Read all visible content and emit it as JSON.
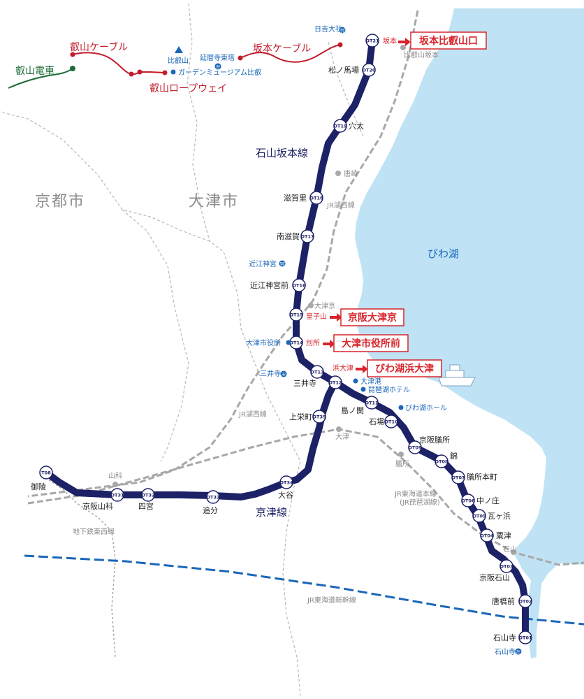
{
  "map": {
    "city_labels": [
      "京都市",
      "大津市"
    ],
    "lake_label": "びわ湖",
    "line_labels": {
      "ishiyama_sakamoto": "石山坂本線",
      "keishin": "京津線",
      "eizan_cable": "叡山ケーブル",
      "eizan_ropeway": "叡山ロープウェイ",
      "eizan_densha": "叡山電車",
      "sakamoto_cable": "坂本ケーブル",
      "jr_kosei": "JR湖西線",
      "jr_kosei_2": "JR湖西線",
      "jr_tokaido": "JR東海道本線",
      "jr_tokaido_sub": "(JR琵琶湖線)",
      "shinkansen": "JR東海道新幹線",
      "subway_tozai": "地下鉄東西線"
    },
    "pois": {
      "mt_hiei": "比叡山",
      "enryakuji": "延暦寺東塔",
      "garden_museum": "ガーデンミュージアム比叡",
      "hiyoshi": "日吉大社",
      "omi_jingu": "近江神宮",
      "miidera": "三井寺",
      "otsu_port": "大津港",
      "biwako_hotel": "琵琶湖ホテル",
      "biwako_hall": "びわ湖ホール",
      "otsu_city_hall": "大津市役所",
      "ishiyamadera": "石山寺"
    },
    "jr_stations": {
      "hieizan_sakamoto": "比叡山坂本",
      "karasaki": "唐崎",
      "otsukyo": "大津京",
      "otsu": "大津",
      "zeze": "膳所",
      "ishiyama": "石山",
      "yamashina": "山科"
    },
    "stations": [
      {
        "code": "OT21",
        "name": "坂本比叡山口",
        "old": "坂本"
      },
      {
        "code": "OT20",
        "name": "松ノ馬場"
      },
      {
        "code": "OT19",
        "name": "穴太"
      },
      {
        "code": "OT18",
        "name": "滋賀里"
      },
      {
        "code": "OT17",
        "name": "南滋賀"
      },
      {
        "code": "OT16",
        "name": "近江神宮前"
      },
      {
        "code": "OT15",
        "name": "京阪大津京",
        "old": "皇子山"
      },
      {
        "code": "OT14",
        "name": "大津市役所前",
        "old": "別所"
      },
      {
        "code": "OT13",
        "name": "三井寺"
      },
      {
        "code": "OT12",
        "name": "びわ湖浜大津",
        "old": "浜大津"
      },
      {
        "code": "OT11",
        "name": "島ノ関"
      },
      {
        "code": "OT10",
        "name": "石場"
      },
      {
        "code": "OT09",
        "name": "京阪膳所"
      },
      {
        "code": "OT08",
        "name": "錦"
      },
      {
        "code": "OT07",
        "name": "膳所本町"
      },
      {
        "code": "OT06",
        "name": "中ノ庄"
      },
      {
        "code": "OT05",
        "name": "瓦ヶ浜"
      },
      {
        "code": "OT04",
        "name": "粟津"
      },
      {
        "code": "OT03",
        "name": "京阪石山"
      },
      {
        "code": "OT02",
        "name": "唐橋前"
      },
      {
        "code": "OT01",
        "name": "石山寺"
      },
      {
        "code": "OT35",
        "name": "上栄町"
      },
      {
        "code": "OT34",
        "name": "大谷"
      },
      {
        "code": "OT33",
        "name": "追分"
      },
      {
        "code": "OT32",
        "name": "四宮"
      },
      {
        "code": "OT31",
        "name": "京阪山科"
      },
      {
        "code": "T08",
        "name": "御陵"
      }
    ],
    "colors": {
      "keihan_line": "#1d2166",
      "lake": "#bfe3f5",
      "cable_red": "#c21d2b",
      "highlight_red": "#d7262d",
      "eizan_green": "#1c6b37",
      "jr_gray": "#a8a8a8",
      "shinkansen_blue": "#1a66b8",
      "poi_blue": "#1a66b8"
    }
  }
}
